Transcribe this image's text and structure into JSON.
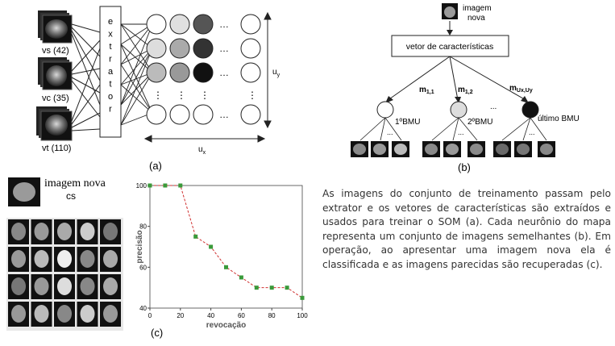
{
  "panel_a": {
    "caption": "(a)",
    "stack_labels": [
      "vs (42)",
      "vc (35)",
      "vt (110)"
    ],
    "extractor_label": "extrator",
    "axis_x_label": "ux",
    "axis_y_label": "uy",
    "ellipsis": "…",
    "vdots": "⋮"
  },
  "panel_b": {
    "caption": "(b)",
    "new_image_label": "imagem nova",
    "vector_label": "vetor de características",
    "edge_labels": [
      "m1,1",
      "m1,2",
      "mUx,Uy"
    ],
    "bmu_labels": [
      "1ºBMU",
      "2ºBMU",
      "último BMU"
    ],
    "ellipsis": "...",
    "sub_ellipsis": "..."
  },
  "panel_c": {
    "caption": "(c)",
    "new_image_title": "imagem nova",
    "new_image_subtitle": "cs",
    "chart_data": {
      "type": "line",
      "x": [
        0,
        10,
        20,
        30,
        40,
        50,
        60,
        70,
        80,
        90,
        100
      ],
      "values": [
        100,
        100,
        100,
        75,
        70,
        60,
        55,
        50,
        50,
        50,
        45
      ],
      "xlabel": "revocação",
      "ylabel": "precisão",
      "xlim": [
        0,
        100
      ],
      "ylim": [
        40,
        100
      ],
      "x_ticks": [
        "0",
        "20",
        "40",
        "60",
        "80",
        "100"
      ],
      "y_ticks": [
        "40",
        "60",
        "80",
        "100"
      ],
      "line_color": "#d03030",
      "marker_color": "#3a9a3a",
      "grid": false
    }
  },
  "description": "As imagens do conjunto de treinamento passam pelo extrator e os vetores de características são extraídos e usados para treinar o SOM (a). Cada neurônio do mapa representa um conjunto de imagens semelhantes (b). Em operação, ao apresentar uma imagem nova ela é classificada e as imagens parecidas são recuperadas (c)."
}
